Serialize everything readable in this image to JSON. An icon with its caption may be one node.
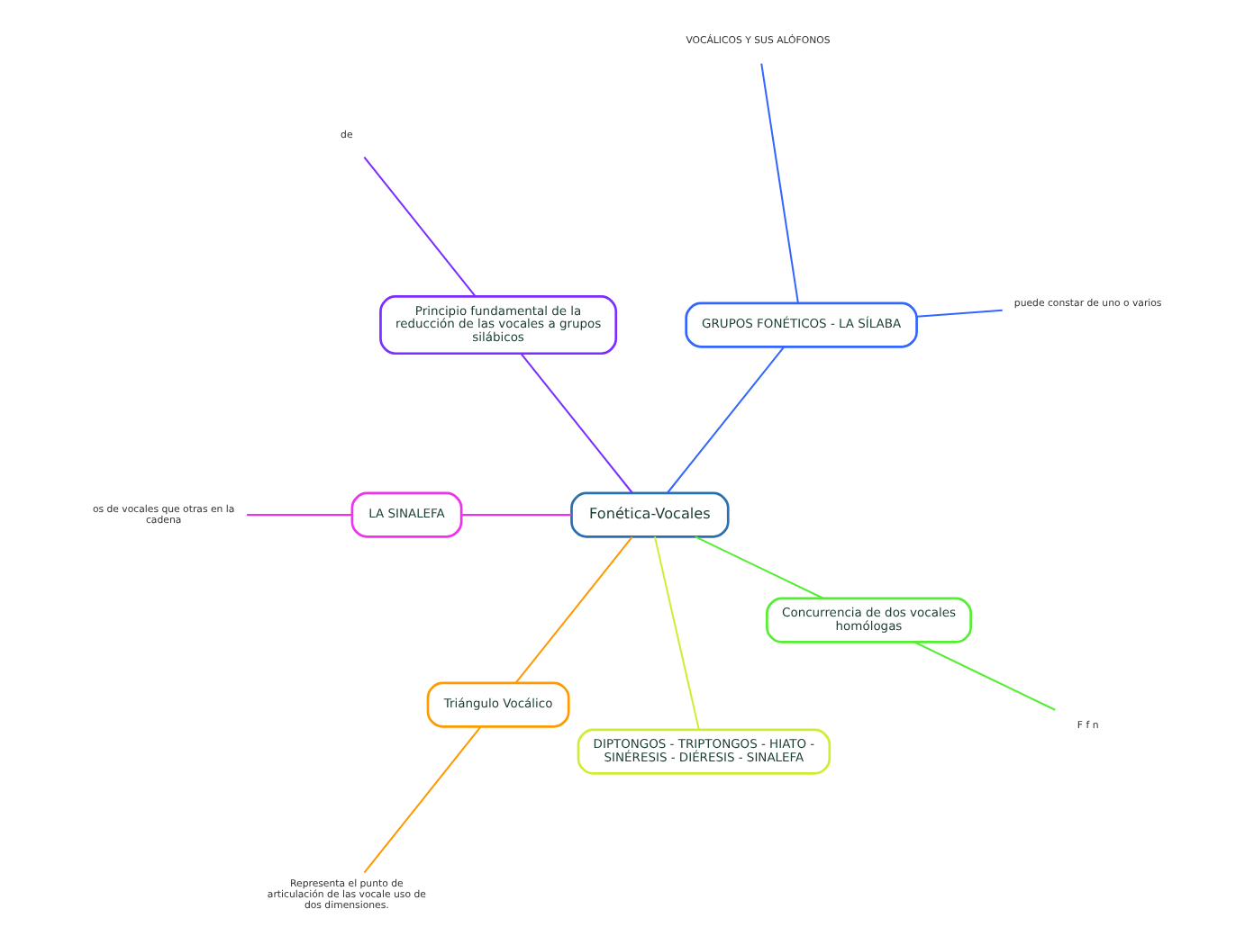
{
  "diagram": {
    "nodes": [
      {
        "text": [
          "Fonética-Vocales"
        ]
      },
      {
        "text": [
          "GRUPOS FONÉTICOS - LA SÍLABA"
        ]
      },
      {
        "text": [
          "puede constar de uno o varios"
        ]
      },
      {
        "text": [
          "VOCÁLICOS Y SUS ALÓFONOS"
        ]
      },
      {
        "text": [
          "Principio fundamental de la reducción de las vocales a grupos silábicos"
        ]
      },
      {
        "text": [
          "de"
        ]
      },
      {
        "text": [
          "LA SINALEFA"
        ]
      },
      {
        "text": [
          "os de vocales que otras en la cadena"
        ]
      },
      {
        "text": [
          "Triángulo Vocálico"
        ]
      },
      {
        "text": [
          "Representa el punto de articulación de las vocale uso de dos dimensiones."
        ]
      },
      {
        "text": [
          "DIPTONGOS - TRIPTONGOS - HIATO - SINÉRESIS - DIÉRESIS - SINALEFA"
        ]
      },
      {
        "text": [
          "Concurrencia de dos vocales homólogas"
        ]
      },
      {
        "text": [
          "F f n"
        ]
      }
    ],
    "edges": [
      {
        "from": 0,
        "to": 1,
        "arrow": "none",
        "color": "#3366ff"
      },
      {
        "from": 1,
        "to": 2,
        "arrow": "none",
        "color": "#3366ff"
      },
      {
        "from": 1,
        "to": 3,
        "arrow": "none",
        "color": "#3366ff"
      },
      {
        "from": 0,
        "to": 4,
        "arrow": "none",
        "color": "#7a2eff"
      },
      {
        "from": 4,
        "to": 5,
        "arrow": "none",
        "color": "#7a2eff"
      },
      {
        "from": 0,
        "to": 6,
        "arrow": "none",
        "color": "#ee33ee"
      },
      {
        "from": 6,
        "to": 7,
        "arrow": "none",
        "color": "#ee33ee"
      },
      {
        "from": 0,
        "to": 8,
        "arrow": "none",
        "color": "#ff9900"
      },
      {
        "from": 8,
        "to": 9,
        "arrow": "none",
        "color": "#ff9900"
      },
      {
        "from": 0,
        "to": 10,
        "arrow": "none",
        "color": "#ccee33"
      },
      {
        "from": 0,
        "to": 11,
        "arrow": "none",
        "color": "#55ee33"
      },
      {
        "from": 11,
        "to": 12,
        "arrow": "none",
        "color": "#55ee33"
      }
    ]
  }
}
